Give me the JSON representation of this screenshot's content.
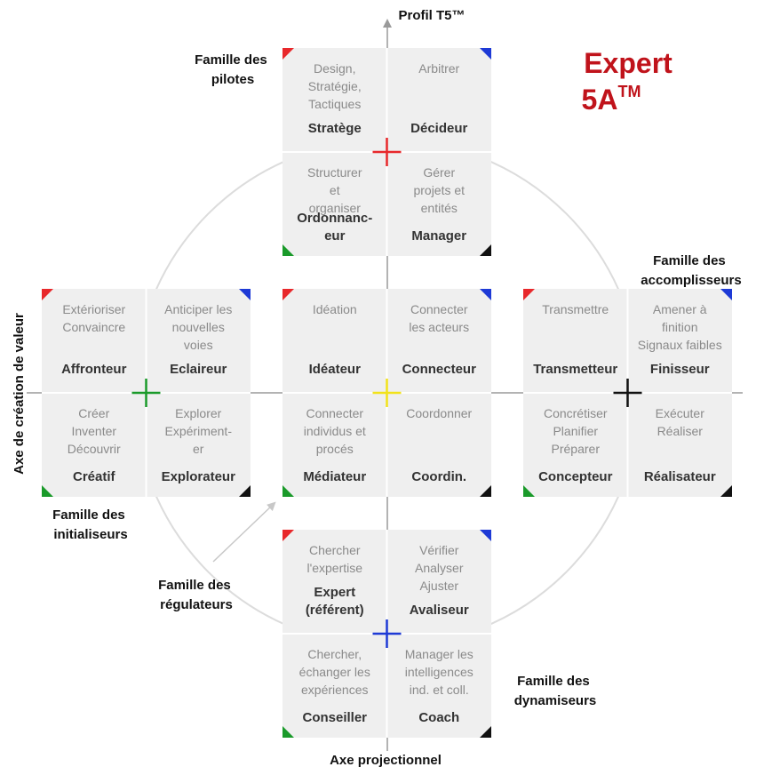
{
  "title": {
    "line1": "Expert",
    "line2": "5A",
    "tm": "TM"
  },
  "axes": {
    "vertical": "Profil T5™",
    "horizontal": "Axe projectionnel",
    "left": "Axe de création de valeur"
  },
  "families": {
    "pilotes": [
      "Famille des",
      "pilotes"
    ],
    "accomplisseurs": [
      "Famille des",
      "accomplisseurs"
    ],
    "initialiseurs": [
      "Famille des",
      "initialiseurs"
    ],
    "regulateurs": [
      "Famille des",
      "régulateurs"
    ],
    "dynamiseurs": [
      "Famille des",
      "dynamiseurs"
    ]
  },
  "colors": {
    "red": "#e8282b",
    "blue": "#1e3ad6",
    "green": "#1a9a2a",
    "black": "#111111",
    "yellow": "#f2e21a",
    "tile_bg": "#efefef",
    "action_text": "#8a8a8a",
    "role_text": "#333333",
    "title_red": "#c0131b"
  },
  "blocks": [
    {
      "id": "top",
      "cross_color": "#e8282b",
      "cells": [
        {
          "action": [
            "Design,",
            "Stratégie,",
            "Tactiques"
          ],
          "role": [
            "Stratège"
          ]
        },
        {
          "action": [
            "Arbitrer"
          ],
          "role": [
            "Décideur"
          ]
        },
        {
          "action": [
            "Structurer",
            "et",
            "organiser"
          ],
          "role": [
            "Ordonnanc-",
            "eur"
          ]
        },
        {
          "action": [
            "Gérer",
            "projets et",
            "entités"
          ],
          "role": [
            "Manager"
          ]
        }
      ]
    },
    {
      "id": "left",
      "cross_color": "#1a9a2a",
      "cells": [
        {
          "action": [
            "Extérioriser",
            "Convaincre"
          ],
          "role": [
            "Affronteur"
          ]
        },
        {
          "action": [
            "Anticiper les",
            "nouvelles",
            "voies"
          ],
          "role": [
            "Eclaireur"
          ]
        },
        {
          "action": [
            "Créer",
            "Inventer",
            "Découvrir"
          ],
          "role": [
            "Créatif"
          ]
        },
        {
          "action": [
            "Explorer",
            "Expériment-",
            "er"
          ],
          "role": [
            "Explorateur"
          ]
        }
      ]
    },
    {
      "id": "center",
      "cross_color": "#f2e21a",
      "cells": [
        {
          "action": [
            "Idéation"
          ],
          "role": [
            "Idéateur"
          ]
        },
        {
          "action": [
            "Connecter",
            "les acteurs"
          ],
          "role": [
            "Connecteur"
          ]
        },
        {
          "action": [
            "Connecter",
            "individus et",
            "procés"
          ],
          "role": [
            "Médiateur"
          ]
        },
        {
          "action": [
            "Coordonner"
          ],
          "role": [
            "Coordin."
          ]
        }
      ]
    },
    {
      "id": "right",
      "cross_color": "#111111",
      "cells": [
        {
          "action": [
            "Transmettre"
          ],
          "role": [
            "Transmetteur"
          ]
        },
        {
          "action": [
            "Amener à",
            "finition",
            "Signaux faibles"
          ],
          "role": [
            "Finisseur"
          ]
        },
        {
          "action": [
            "Concrétiser",
            "Planifier",
            "Préparer"
          ],
          "role": [
            "Concepteur"
          ]
        },
        {
          "action": [
            "Exécuter",
            "Réaliser"
          ],
          "role": [
            "Réalisateur"
          ]
        }
      ]
    },
    {
      "id": "bottom",
      "cross_color": "#1e3ad6",
      "cells": [
        {
          "action": [
            "Chercher",
            "l'expertise"
          ],
          "role": [
            "Expert",
            "(référent)"
          ]
        },
        {
          "action": [
            "Vérifier",
            "Analyser",
            "Ajuster"
          ],
          "role": [
            "Avaliseur"
          ]
        },
        {
          "action": [
            "Chercher,",
            "échanger les",
            "expériences"
          ],
          "role": [
            "Conseiller"
          ]
        },
        {
          "action": [
            "Manager les",
            "intelligences",
            "ind. et coll."
          ],
          "role": [
            "Coach"
          ]
        }
      ]
    }
  ]
}
